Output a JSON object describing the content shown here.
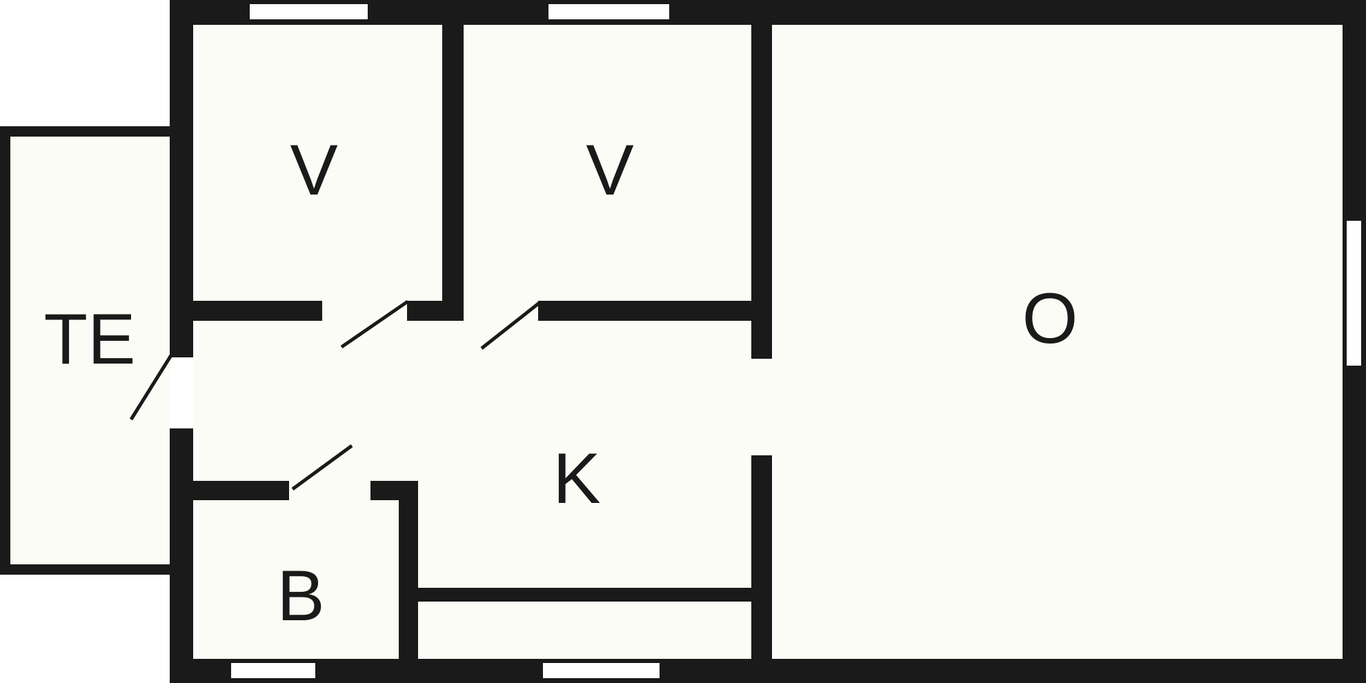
{
  "colors": {
    "background": "#ffffff",
    "floor": "#fcfcf6",
    "wall": "#1a1a1a",
    "window": "#ffffff",
    "text": "#1a1a1a"
  },
  "rooms": [
    {
      "id": "bedroom-left",
      "label": "V"
    },
    {
      "id": "bedroom-middle",
      "label": "V"
    },
    {
      "id": "main-room",
      "label": "O"
    },
    {
      "id": "terrace",
      "label": "TE"
    },
    {
      "id": "kitchen",
      "label": "K"
    },
    {
      "id": "bathroom",
      "label": "B"
    }
  ]
}
